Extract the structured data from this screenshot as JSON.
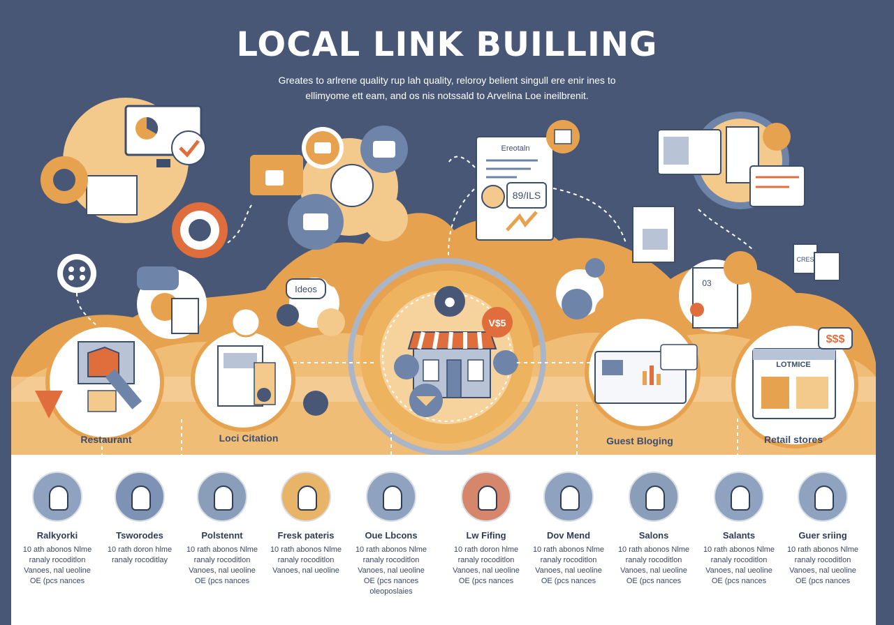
{
  "header": {
    "title": "LOCAL LINK BUILLING",
    "subtitle_lines": [
      "Greates to arlrene quality rup lah quality, reloroy belient singull ere enir ines to",
      "ellimyome ett eam, and os nis notssald to Arvelina Loe ineilbrenit."
    ]
  },
  "scene_labels": {
    "ideas_bubble": "Ideos",
    "document_header": "Ereotaln",
    "document_badge": "89/ILS",
    "store_badge": "V$5",
    "review_badge": "03",
    "price_badge": "$$$",
    "browser_header": "LOTMICE",
    "card_text": "CRES"
  },
  "hubs": [
    {
      "label": "Restaurant"
    },
    {
      "label": "Loci Citation"
    },
    {
      "label": "Guest Bloging"
    },
    {
      "label": "Retail stores"
    }
  ],
  "tiles": [
    {
      "title": "Ralkyorki",
      "icon": "chat-bubbles-icon",
      "bg": "#8fa3c0",
      "desc": [
        "10 ath abonos Nlme",
        "ranaly rocoditlon",
        "Vanoes, nal ueoline",
        "OE (pcs nances"
      ]
    },
    {
      "title": "Tsworodes",
      "icon": "woman-person-icon",
      "bg": "#7d92b4",
      "desc": [
        "10 rath doron hlme",
        "ranaly rocoditlay"
      ]
    },
    {
      "title": "Polstennt",
      "icon": "businessman-icon",
      "bg": "#8a9db9",
      "desc": [
        "10 rath abonos Nlme",
        "ranaly rocoditlon",
        "Vanoes, nal ueoline",
        "OE (pcs nances"
      ]
    },
    {
      "title": "Fresk pateris",
      "icon": "documents-icon",
      "bg": "#e7b468",
      "desc": [
        "10 rath abonos Nlme",
        "ranaly rocoditlon",
        "Vanoes, nal ueoline"
      ]
    },
    {
      "title": "Oue Lbcons",
      "icon": "map-route-icon",
      "bg": "#8fa3c0",
      "desc": [
        "10 rath abonos Nlme",
        "ranaly rocoditlon",
        "Vanoes, nal ueoline",
        "OE (pcs nances",
        "oleoposlaies"
      ]
    },
    {
      "title": "Lw Fifing",
      "icon": "smiling-face-icon",
      "bg": "#d6866a",
      "desc": [
        "10 rath doron hlme",
        "ranaly rocoditlon",
        "Vanoes, nal ueoline",
        "OE (pcs nances"
      ]
    },
    {
      "title": "Dov Mend",
      "icon": "laptop-review-icon",
      "bg": "#8fa3c0",
      "desc": [
        "10 rath abonos Nlme",
        "ranaly rocoditlon",
        "Vanoes, nal ueoline",
        "OE (pcs nances"
      ]
    },
    {
      "title": "Salons",
      "icon": "stylist-icon",
      "bg": "#8a9db9",
      "desc": [
        "10 rath abonos Nlme",
        "ranaly rocoditlon",
        "Vanoes, nal ueoline",
        "OE (pcs nances"
      ]
    },
    {
      "title": "Salants",
      "icon": "clothing-shirt-icon",
      "bg": "#8fa3c0",
      "desc": [
        "10 rath abonos Nlme",
        "ranaly rocoditlon",
        "Vanoes, nal ueoline",
        "OE (pcs nances"
      ]
    },
    {
      "title": "Guer sriing",
      "icon": "lightbulb-idea-icon",
      "bg": "#8fa3c0",
      "desc": [
        "10 rath abonos Nlme",
        "ranaly rocoditlon",
        "Vanoes, nal ueoline",
        "OE (pcs nances"
      ]
    }
  ],
  "colors": {
    "background": "#475775",
    "orange": "#e6a24f",
    "light_orange": "#f3c98c",
    "accent": "#e06d3c",
    "slate": "#6e84a8",
    "light_slate": "#b8c4d6"
  }
}
